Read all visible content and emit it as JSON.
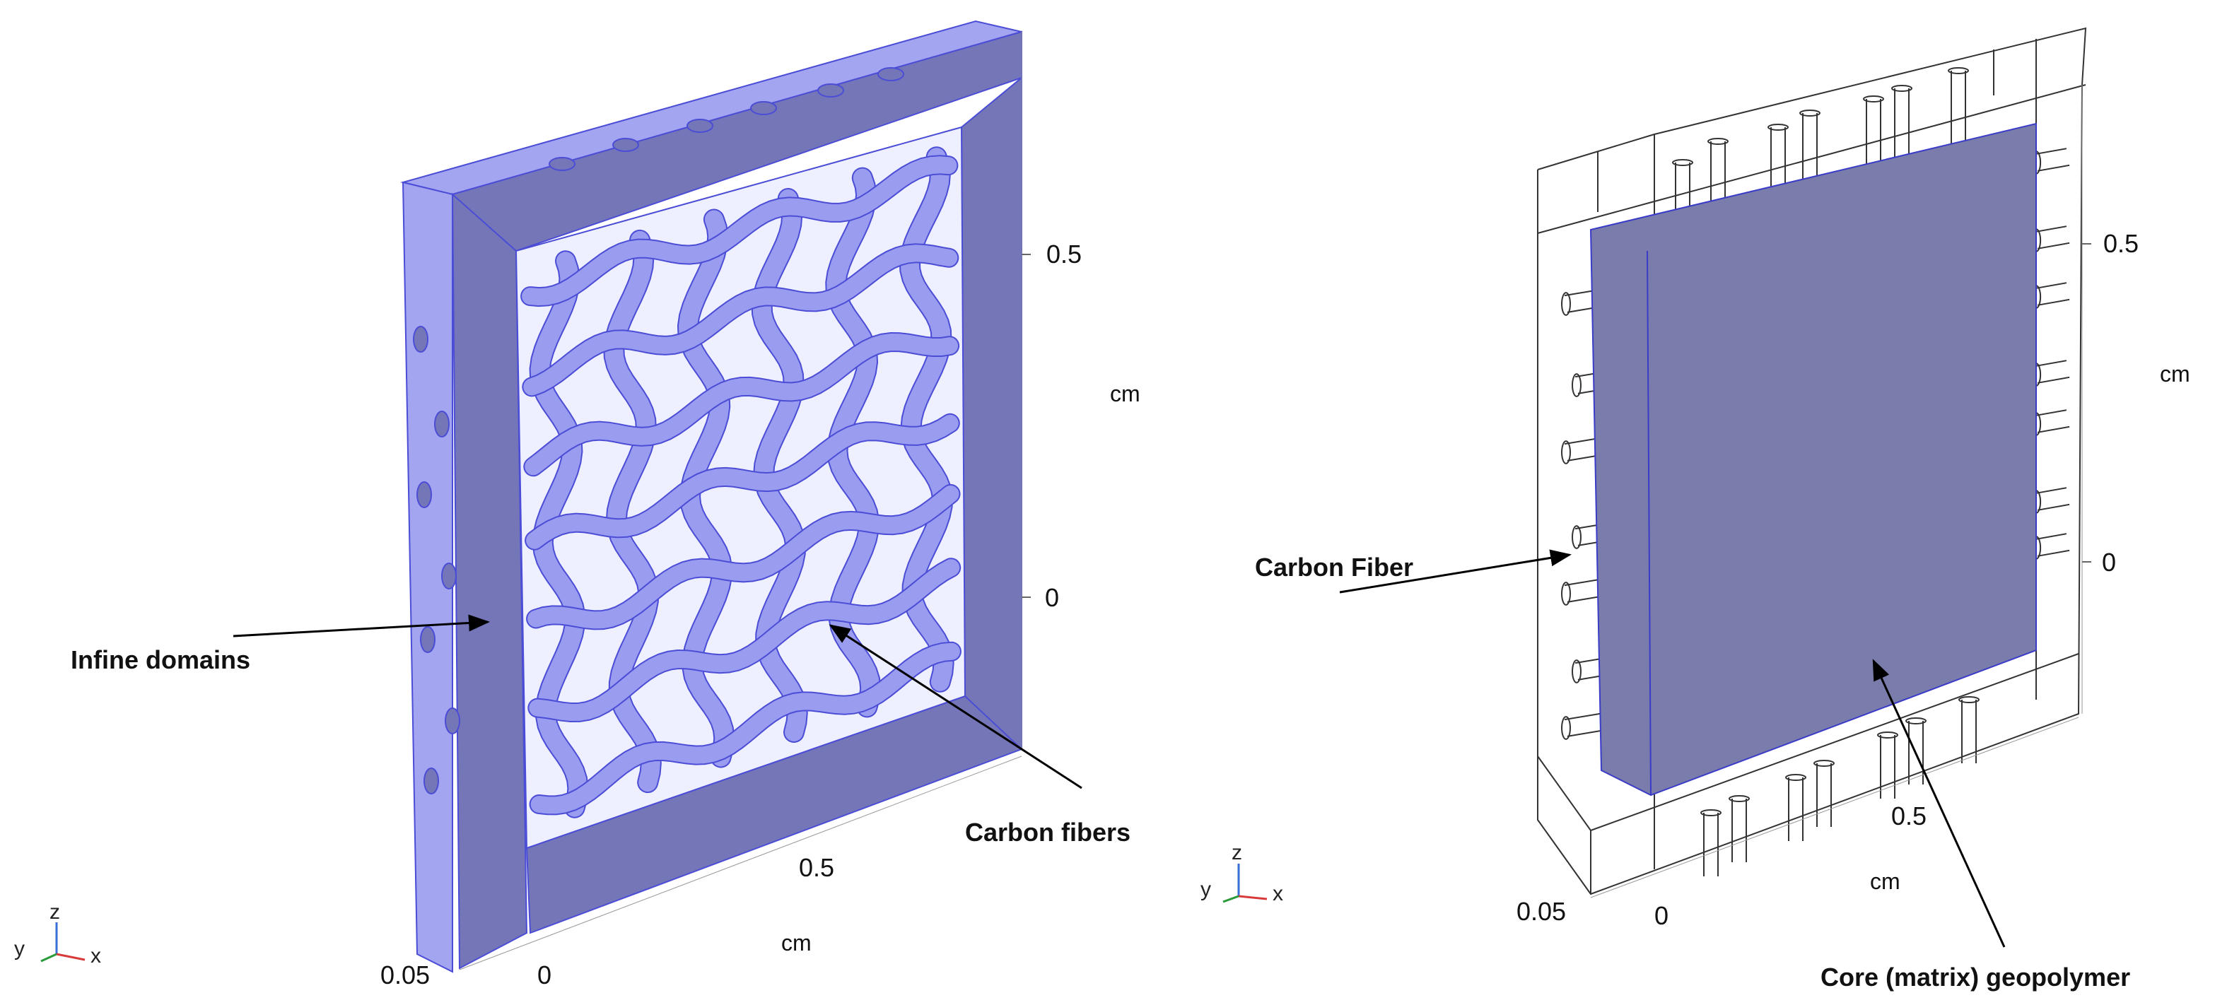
{
  "colors": {
    "frame_light": "#a3a5f0",
    "frame_dark": "#7476b8",
    "frame_edge": "#4b4dd6",
    "fiber": "#9a9cf0",
    "fiber_shade": "#6e70c4",
    "core": "#7a7cab",
    "wire": "#333333",
    "arrow": "#000000"
  },
  "left": {
    "tick_y_top": "0.5",
    "tick_y_mid": "0",
    "unit_y": "cm",
    "tick_x_a": "0.05",
    "tick_x_b": "0",
    "tick_x_c": "0.5",
    "unit_x": "cm",
    "label_infinite": "Infine domains",
    "label_fibers": "Carbon fibers"
  },
  "right": {
    "tick_y_top": "0.5",
    "tick_y_mid": "0",
    "unit_y": "cm",
    "tick_x_a": "0.05",
    "tick_x_b": "0",
    "tick_x_c": "0.5",
    "unit_x": "cm",
    "label_fiber": "Carbon Fiber",
    "label_core": "Core (matrix) geopolymer"
  },
  "triad": {
    "z": "z",
    "y": "y",
    "x": "x"
  }
}
